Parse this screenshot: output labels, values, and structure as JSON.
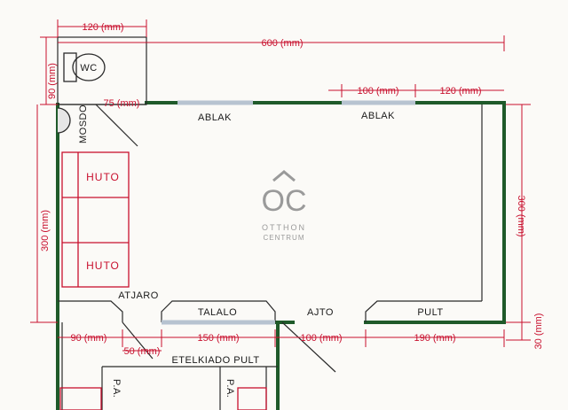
{
  "labels": {
    "wc": "WC",
    "mosdo": "MOSDO",
    "huto_top": "HUTO",
    "huto_bottom": "HUTO",
    "ablak_left": "ABLAK",
    "ablak_right": "ABLAK",
    "atjaro": "ATJARO",
    "talalo": "TALALO",
    "ajto": "AJTO",
    "pult": "PULT",
    "etelkiado_pult": "ETELKIADO PULT",
    "pa_left": "P.A.",
    "pa_right": "P.A."
  },
  "dimensions": {
    "top_wc_width": "120 (mm)",
    "total_width": "600 (mm)",
    "wc_height": "90 (mm)",
    "gap_75": "75 (mm)",
    "window_100": "100 (mm)",
    "right_120": "120 (mm)",
    "left_height_300": "300 (mm)",
    "right_height_300": "300 (mm)",
    "right_30": "30 (mm)",
    "bottom_90": "90 (mm)",
    "bottom_150": "150 (mm)",
    "bottom_100": "100 (mm)",
    "bottom_190": "190 (mm)",
    "bottom_50": "50 (mm)"
  },
  "logo": {
    "mark": "OC",
    "line1": "OTTHON",
    "line2": "CENTRUM"
  },
  "colors": {
    "wall": "#1f5a2a",
    "dimension": "#c8102e",
    "window": "#b7c3d0",
    "line": "#2a2a2a"
  }
}
